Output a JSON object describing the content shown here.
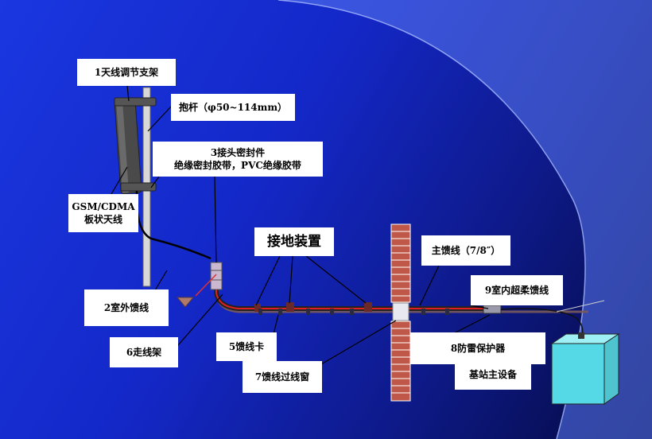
{
  "labels": {
    "bracket": "1天线调节支架",
    "pole": "抱杆（φ50~114mm）",
    "seal_line1": "3接头密封件",
    "seal_line2": "绝缘密封胶带，PVC绝缘胶带",
    "antenna_line1": "GSM/CDMA",
    "antenna_line2": "板状天线",
    "grounding": "接地装置",
    "main_feeder": "主馈线（7/8″）",
    "indoor_feeder": "9室内超柔馈线",
    "outdoor_feeder": "2室外馈线",
    "cable_tray": "6走线架",
    "feeder_clamp": "5馈线卡",
    "lightning_protector": "8防雷保护器",
    "feeder_window": "7馈线过线窗",
    "base_station": "基站主设备"
  }
}
